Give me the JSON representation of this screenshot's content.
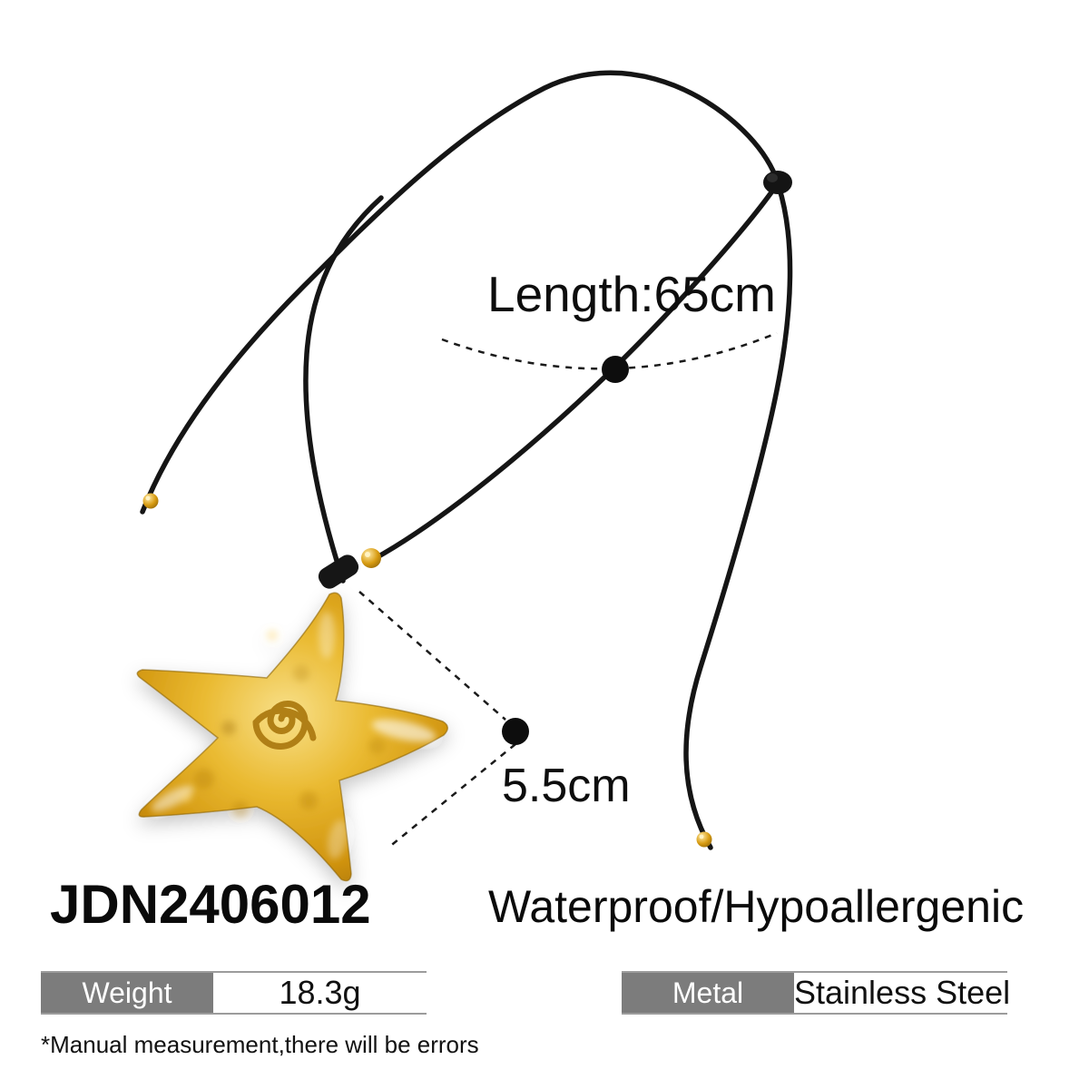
{
  "annotations": {
    "length_label": "Length:65cm",
    "size_label": "5.5cm"
  },
  "product": {
    "code": "JDN2406012",
    "features": "Waterproof/Hypoallergenic",
    "disclaimer": "*Manual measurement,there will be errors"
  },
  "specs": [
    {
      "label": "Weight",
      "value": "18.3g"
    },
    {
      "label": "Metal",
      "value": "Stainless Steel"
    }
  ],
  "colors": {
    "gold": "#d9a017",
    "gold_highlight": "#f8e08a",
    "gold_shadow": "#8f6105",
    "cord_black": "#151515",
    "spec_label_bg": "#7c7c7c",
    "spec_border": "#9c9c9c",
    "text": "#111111",
    "background": "#ffffff"
  }
}
